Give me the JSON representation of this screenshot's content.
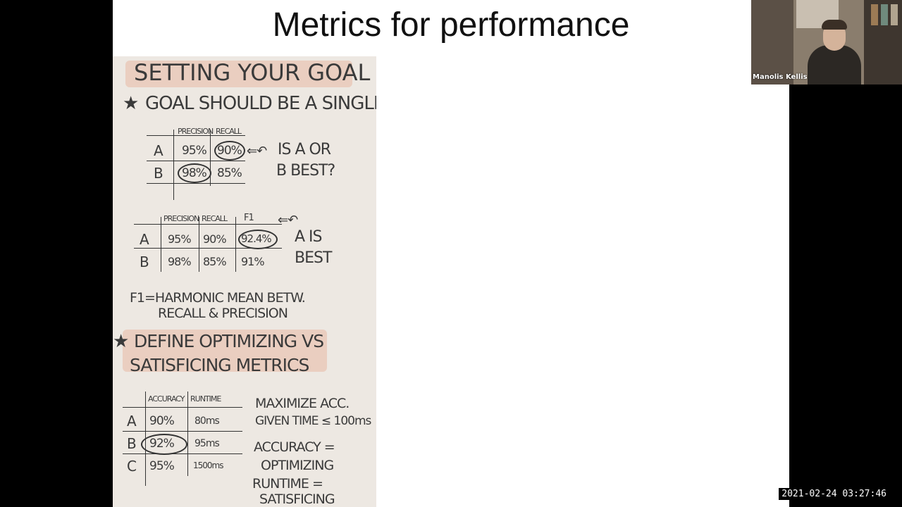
{
  "slide": {
    "title": "Metrics for performance",
    "notes": {
      "heading": "SETTING YOUR GOAL",
      "goal_line": "GOAL SHOULD BE A SINGLE #",
      "table1": {
        "headers": [
          "PRECISION",
          "RECALL"
        ],
        "rows": [
          {
            "label": "A",
            "cells": [
              "95%",
              "90%"
            ]
          },
          {
            "label": "B",
            "cells": [
              "98%",
              "85%"
            ]
          }
        ],
        "question_line1": "IS A OR",
        "question_line2": "B BEST?"
      },
      "table2": {
        "headers": [
          "PRECISION",
          "RECALL",
          "F1"
        ],
        "rows": [
          {
            "label": "A",
            "cells": [
              "95%",
              "90%",
              "92.4%"
            ]
          },
          {
            "label": "B",
            "cells": [
              "98%",
              "85%",
              "91%"
            ]
          }
        ],
        "answer_line1": "A IS",
        "answer_line2": "BEST"
      },
      "f1_def_line1": "F1=HARMONIC MEAN BETW.",
      "f1_def_line2": "RECALL & PRECISION",
      "define_line1": "DEFINE OPTIMIZING VS",
      "define_line2": "SATISFICING METRICS",
      "table3": {
        "headers": [
          "ACCURACY",
          "RUNTIME"
        ],
        "rows": [
          {
            "label": "A",
            "cells": [
              "90%",
              "80ms"
            ]
          },
          {
            "label": "B",
            "cells": [
              "92%",
              "95ms"
            ]
          },
          {
            "label": "C",
            "cells": [
              "95%",
              "1500ms"
            ]
          }
        ]
      },
      "side_text": [
        "MAXIMIZE ACC.",
        "GIVEN TIME ≤ 100ms",
        "ACCURACY =",
        "OPTIMIZING",
        "RUNTIME =",
        "SATISFICING"
      ]
    }
  },
  "webcam": {
    "participant_name": "Manolis Kellis"
  },
  "timestamp": "2021-02-24  03:27:46"
}
